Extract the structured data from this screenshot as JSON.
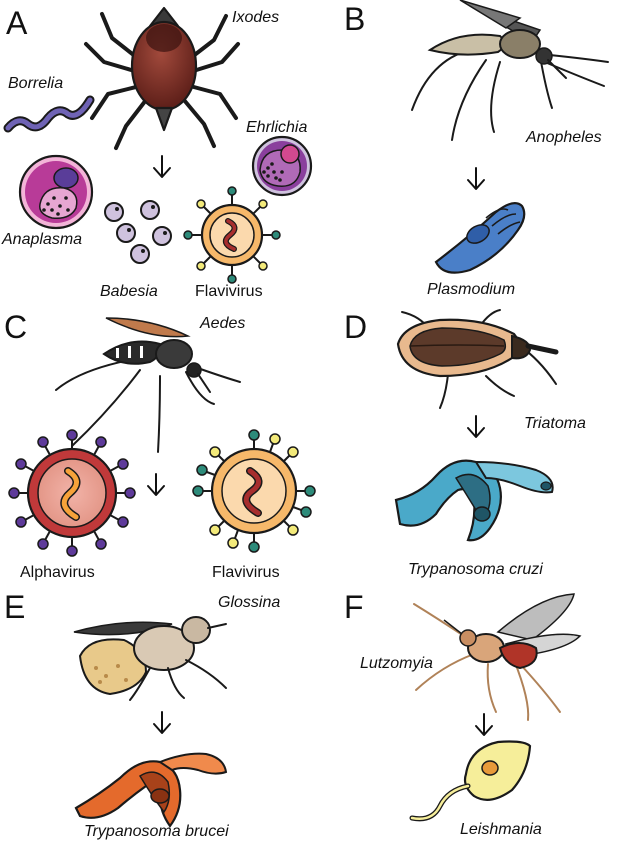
{
  "panels": {
    "a": {
      "letter": "A",
      "vector": "Ixodes",
      "pathogens": [
        "Borrelia",
        "Ehrlichia",
        "Anaplasma",
        "Babesia",
        "Flavivirus"
      ]
    },
    "b": {
      "letter": "B",
      "vector": "Anopheles",
      "pathogens": [
        "Plasmodium"
      ]
    },
    "c": {
      "letter": "C",
      "vector": "Aedes",
      "pathogens": [
        "Alphavirus",
        "Flavivirus"
      ]
    },
    "d": {
      "letter": "D",
      "vector": "Triatoma",
      "pathogens": [
        "Trypanosoma cruzi"
      ]
    },
    "e": {
      "letter": "E",
      "vector": "Glossina",
      "pathogens": [
        "Trypanosoma brucei"
      ]
    },
    "f": {
      "letter": "F",
      "vector": "Lutzomyia",
      "pathogens": [
        "Leishmania"
      ]
    }
  },
  "colors": {
    "tick_body": "#7a2b22",
    "borrelia": "#6f63b5",
    "cell_purple": "#8a3f9d",
    "babesia": "#cfc2de",
    "flavivirus_core": "#f6b86a",
    "flavivirus_capsid": "#fbd9ad",
    "alphavirus": "#c0393a",
    "plasmodium": "#4a7fc8",
    "t_cruzi": "#4aa9c9",
    "t_brucei": "#e46a2c",
    "leishmania": "#f6ee9a"
  }
}
